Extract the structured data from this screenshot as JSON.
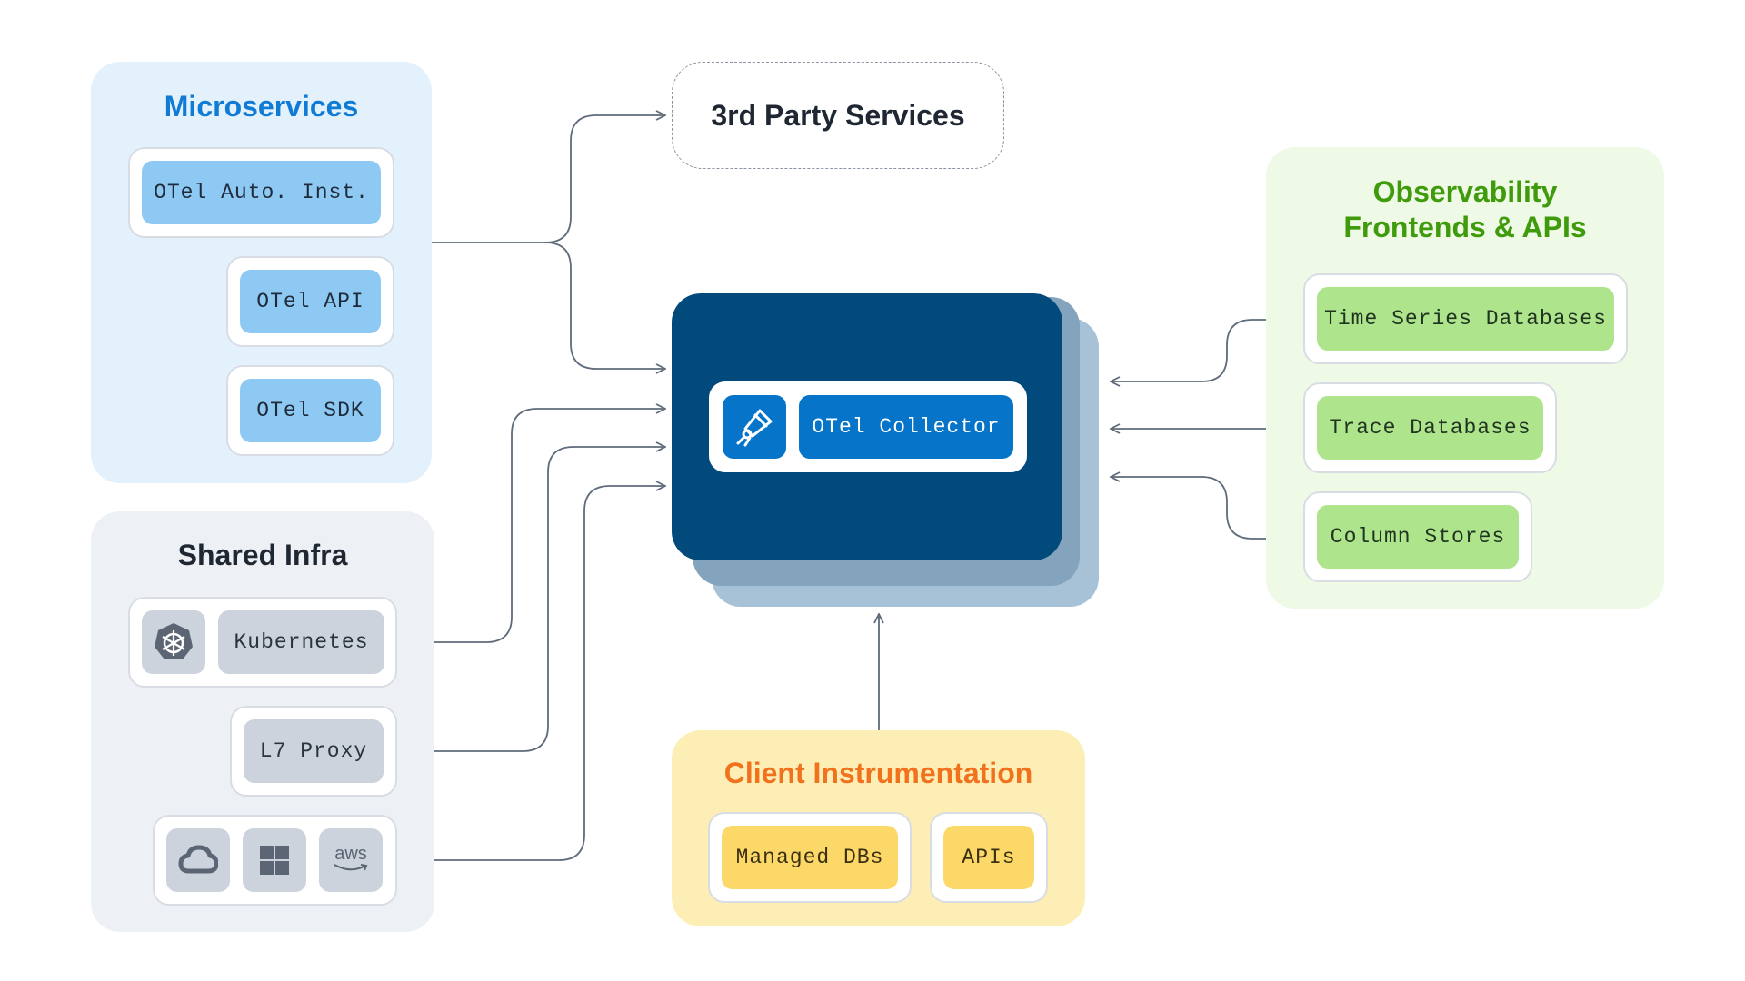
{
  "microservices": {
    "title": "Microservices",
    "items": [
      "OTel Auto. Inst.",
      "OTel API",
      "OTel SDK"
    ]
  },
  "shared_infra": {
    "title": "Shared Infra",
    "items": [
      "Kubernetes",
      "L7 Proxy"
    ],
    "cloud_icons": [
      "cloud-icon",
      "windows-icon",
      "aws-icon"
    ],
    "aws_label": "aws"
  },
  "third_party": {
    "title": "3rd Party Services"
  },
  "collector": {
    "label": "OTel Collector",
    "icon": "telescope-icon"
  },
  "observability": {
    "title_line1": "Observability",
    "title_line2": "Frontends & APIs",
    "items": [
      "Time Series Databases",
      "Trace Databases",
      "Column Stores"
    ]
  },
  "client": {
    "title": "Client Instrumentation",
    "items": [
      "Managed DBs",
      "APIs"
    ]
  },
  "colors": {
    "microservices_title": "#0f7bd4",
    "observability_title": "#3f9b0b",
    "client_title": "#f2711c",
    "collector_bg": "#034a7c",
    "line": "#5f6b7a"
  }
}
